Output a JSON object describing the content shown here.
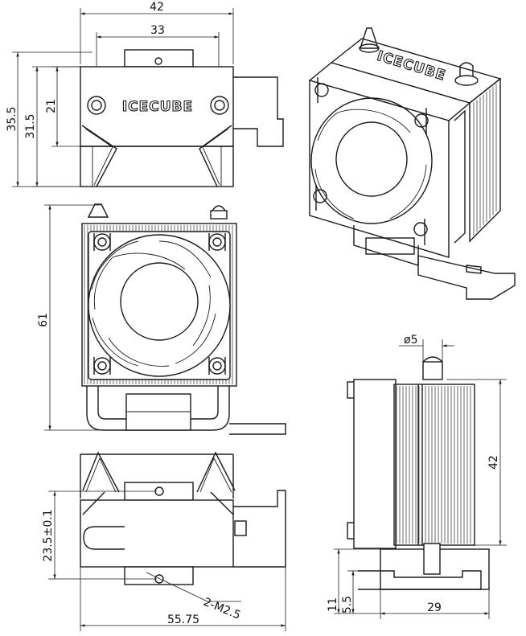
{
  "brand": "ICECUBE",
  "dimensions": {
    "top_width": "42",
    "top_hole_spacing": "33",
    "top_height_total": "35.5",
    "top_height_body": "31.5",
    "top_height_inner": "21",
    "front_height": "61",
    "bottom_height": "23.5±0.1",
    "bottom_width": "55.75",
    "thread_note": "2-M2.5",
    "side_pin_dia": "ø5",
    "side_height": "42",
    "side_base_height": "11",
    "side_base_step": "5.5",
    "side_base_width": "29"
  },
  "colors": {
    "line": "#1a1a1a",
    "background": "#ffffff"
  }
}
